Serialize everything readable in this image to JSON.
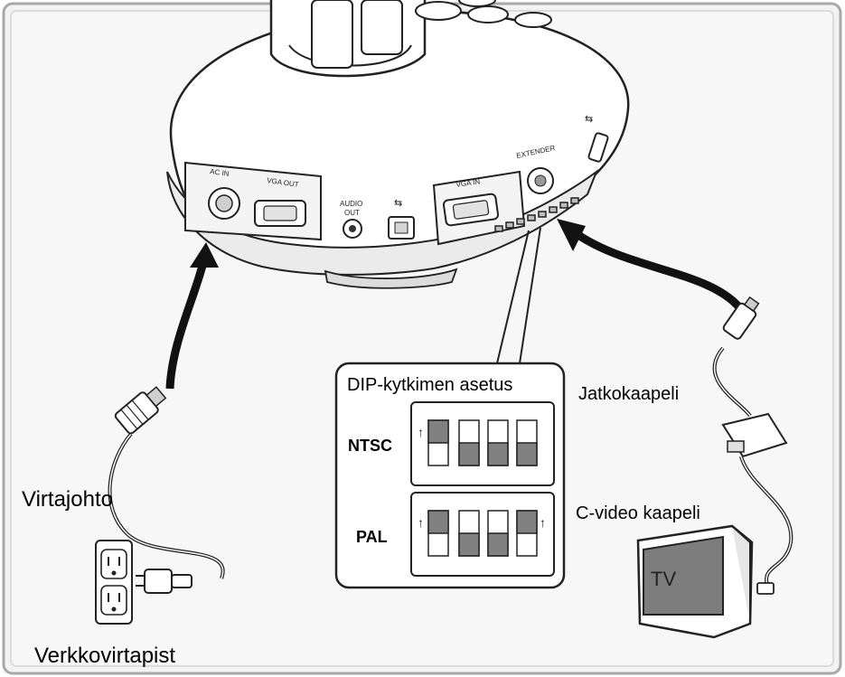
{
  "labels": {
    "power_cord": "Virtajohto",
    "outlet": "Verkkovirtapist",
    "extension_cable": "Jatkokaapeli",
    "cvideo_cable": "C-video kaapeli",
    "dip_title": "DIP-kytkimen asetus",
    "ntsc": "NTSC",
    "pal": "PAL",
    "tv": "TV"
  },
  "ports": {
    "ac_in": "AC IN",
    "vga_out": "VGA OUT",
    "audio_out_1": "AUDIO",
    "audio_out_2": "OUT",
    "vga_in": "VGA IN",
    "extender": "EXTENDER"
  },
  "dip_settings": {
    "ntsc": [
      "up",
      "down",
      "down",
      "down"
    ],
    "pal": [
      "up",
      "down",
      "down",
      "up"
    ]
  },
  "colors": {
    "frame_fill": "#f2f2f2",
    "frame_stroke": "#9a9a9a",
    "switch_on": "#808080",
    "tv_screen": "#7d7d7d"
  }
}
